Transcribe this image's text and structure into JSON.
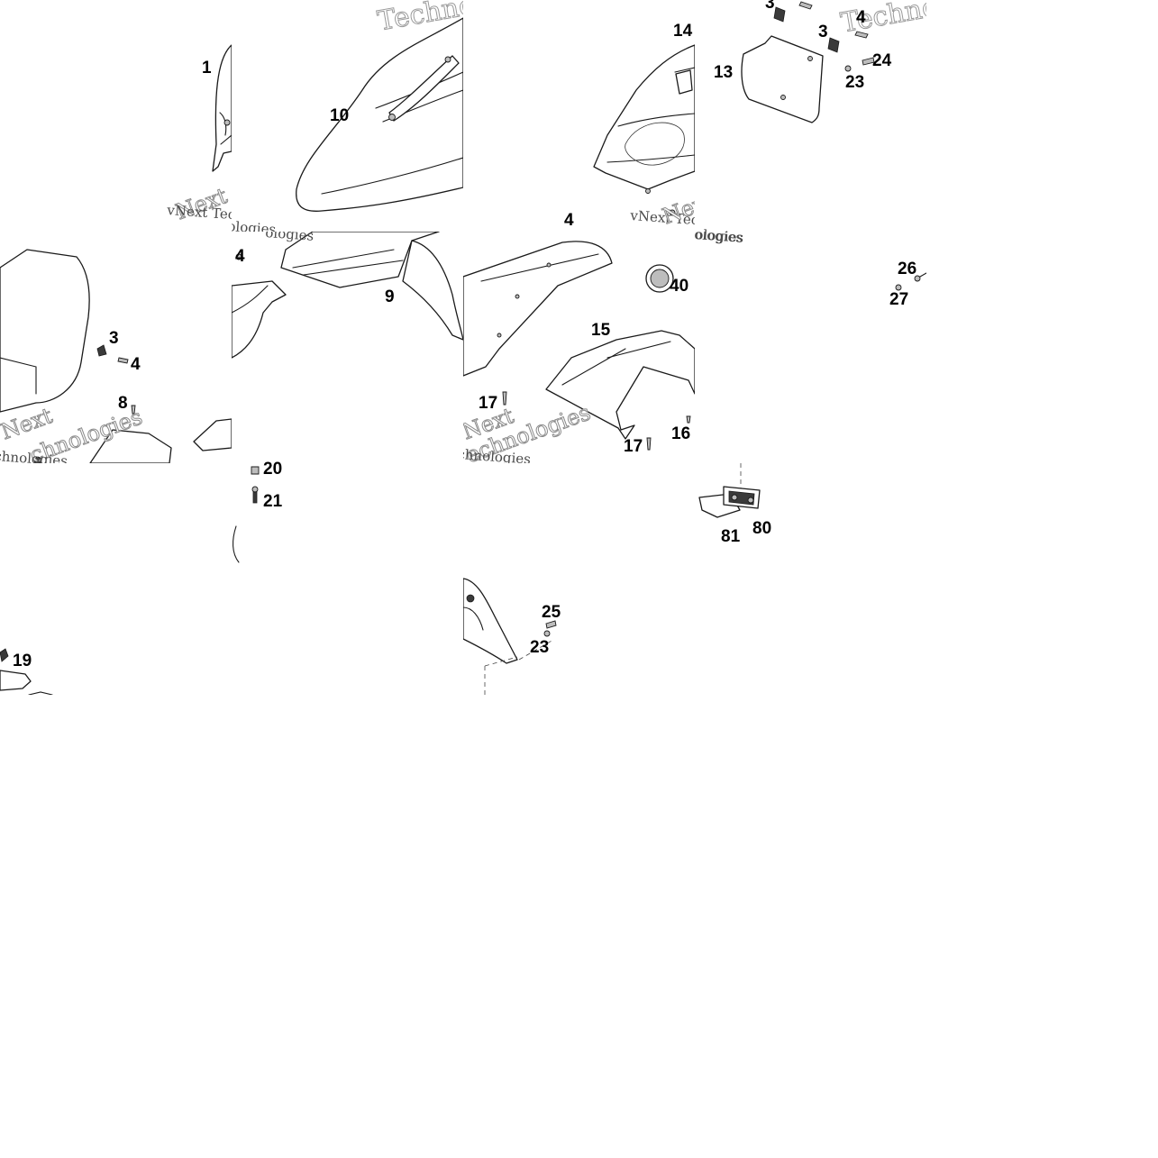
{
  "callouts": [
    "1",
    "10",
    "14",
    "3",
    "4",
    "3",
    "13",
    "24",
    "23",
    "3",
    "4",
    "8",
    "4",
    "9",
    "4",
    "40",
    "15",
    "17",
    "17",
    "16",
    "26",
    "27",
    "20",
    "21",
    "81",
    "80",
    "25",
    "23",
    "19"
  ],
  "watermark": {
    "word": "Technologies",
    "brand": "vNext Technologies",
    "brand_short": "vNext Tec",
    "next": "Next",
    "tail": "chnologies",
    "tail2": "ologies",
    "tail3": "echnologies",
    "tail4": "Techno"
  }
}
